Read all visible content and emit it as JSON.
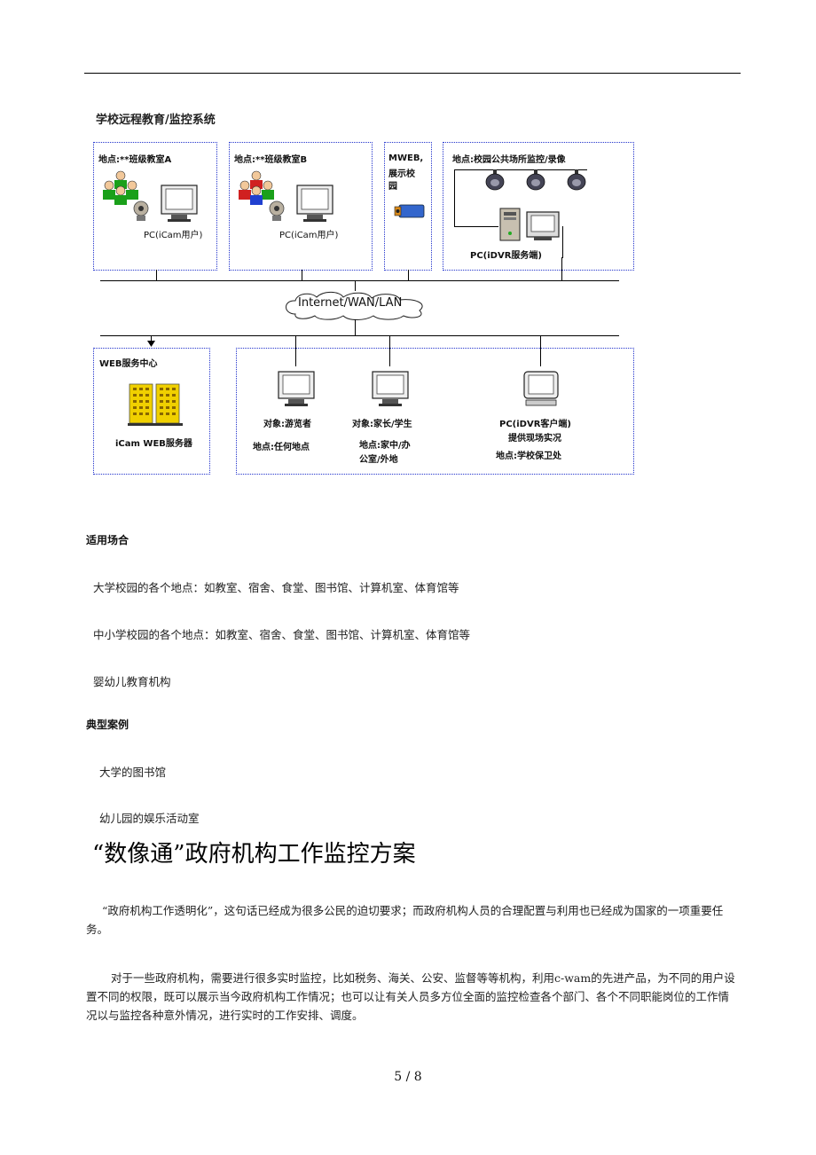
{
  "diagram": {
    "title": "学校远程教育/监控系统",
    "box_a": {
      "location": "地点:**班级教室A",
      "pc": "PC(iCam用户)"
    },
    "box_b": {
      "location": "地点:**班级教室B",
      "pc": "PC(iCam用户)"
    },
    "box_mweb": {
      "line1": "MWEB,",
      "line2": "展示校",
      "line3": "园"
    },
    "box_campus": {
      "location": "地点:校园公共场所监控/录像",
      "pc": "PC(iDVR服务端)"
    },
    "cloud": "Internet/WAN/LAN",
    "box_web": {
      "title": "WEB服务中心",
      "server": "iCam WEB服务器"
    },
    "clients": {
      "visitor": {
        "object": "对象:游览者",
        "location": "地点:任何地点"
      },
      "parent": {
        "object": "对象:家长/学生",
        "location1": "地点:家中/办",
        "location2": "公室/外地"
      },
      "security": {
        "pc": "PC(iDVR客户端)",
        "desc": "提供现场实况",
        "location": "地点:学校保卫处"
      }
    }
  },
  "sections": {
    "applicable_title": "适用场合",
    "applicable_items": [
      "大学校园的各个地点：如教室、宿舍、食堂、图书馆、计算机室、体育馆等",
      "中小学校园的各个地点：如教室、宿舍、食堂、图书馆、计算机室、体育馆等",
      "婴幼儿教育机构"
    ],
    "cases_title": "典型案例",
    "cases_items": [
      "大学的图书馆",
      "幼儿园的娱乐活动室"
    ]
  },
  "heading": "“数像通”政府机构工作监控方案",
  "paragraphs": [
    "“政府机构工作透明化”，这句话已经成为很多公民的迫切要求；而政府机构人员的合理配置与利用也已经成为国家的一项重要任务。",
    "对于一些政府机构，需要进行很多实时监控，比如税务、海关、公安、监督等等机构，利用c-wam的先进产品，为不同的用户设置不同的权限，既可以展示当今政府机构工作情况；也可以让有关人员多方位全面的监控检查各个部门、各个不同职能岗位的工作情况以与监控各种意外情况，进行实时的工作安排、调度。"
  ],
  "page_number": "5 / 8"
}
